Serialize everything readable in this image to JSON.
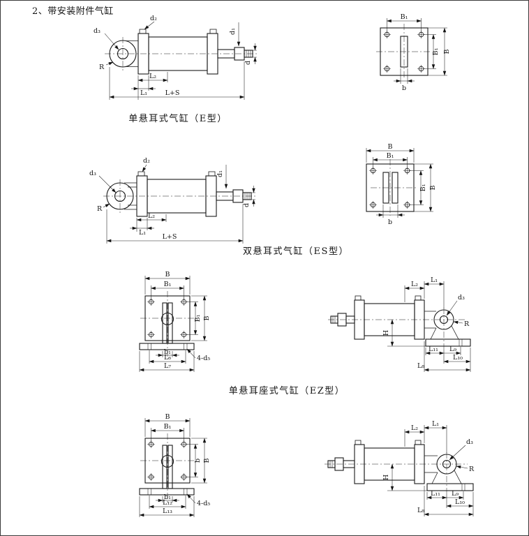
{
  "title": "2、带安装附件气缸",
  "e": {
    "caption": "单悬耳式气缸（E型）",
    "side": {
      "d3": "d₃",
      "d2": "d₂",
      "d1": "d₁",
      "d": "d",
      "R": "R",
      "L1": "L₁",
      "L2": "L₂",
      "LpS": "L+S"
    },
    "end": {
      "B1_top": "B₁",
      "B1_right": "B₁",
      "B_right": "B",
      "b": "b"
    }
  },
  "es": {
    "caption": "双悬耳式气缸（ES型）",
    "side": {
      "d3": "d₃",
      "d2": "d₂",
      "d1": "d₁",
      "d": "d",
      "R": "R",
      "L1": "L₁",
      "L2": "L₂",
      "LpS": "L+S"
    },
    "end": {
      "B_top": "B",
      "B1_top": "B₁",
      "B1_right": "B₁",
      "B_right": "B",
      "b": "b"
    }
  },
  "ez": {
    "caption": "单悬耳座式气缸（EZ型）",
    "front": {
      "B_top": "B",
      "B1_top": "B₁",
      "B1_right": "B₁",
      "B_right": "B",
      "b1": "b₁",
      "L6": "L₆",
      "d5": "4-d₅",
      "L7": "L₇"
    },
    "side": {
      "L2": "L₂",
      "L1": "L₁",
      "d3": "d₃",
      "R": "R",
      "H": "H",
      "L11": "L₁₁",
      "L9": "L₉",
      "L10": "L₁₀",
      "L8": "L₈"
    }
  },
  "ez2": {
    "front": {
      "B_top": "B",
      "B1_top": "B₁",
      "b_right": "b",
      "B_right": "B",
      "b1": "b₁",
      "L12": "L₁₂",
      "d5": "4-d₅",
      "L13": "L₁₃"
    },
    "side": {
      "L2": "L₂",
      "L1": "L₁",
      "d3": "d₃",
      "R": "R",
      "H": "H",
      "L11": "L₁₁",
      "L9": "L₉",
      "L10": "L₁₀",
      "L8": "L₈"
    }
  }
}
